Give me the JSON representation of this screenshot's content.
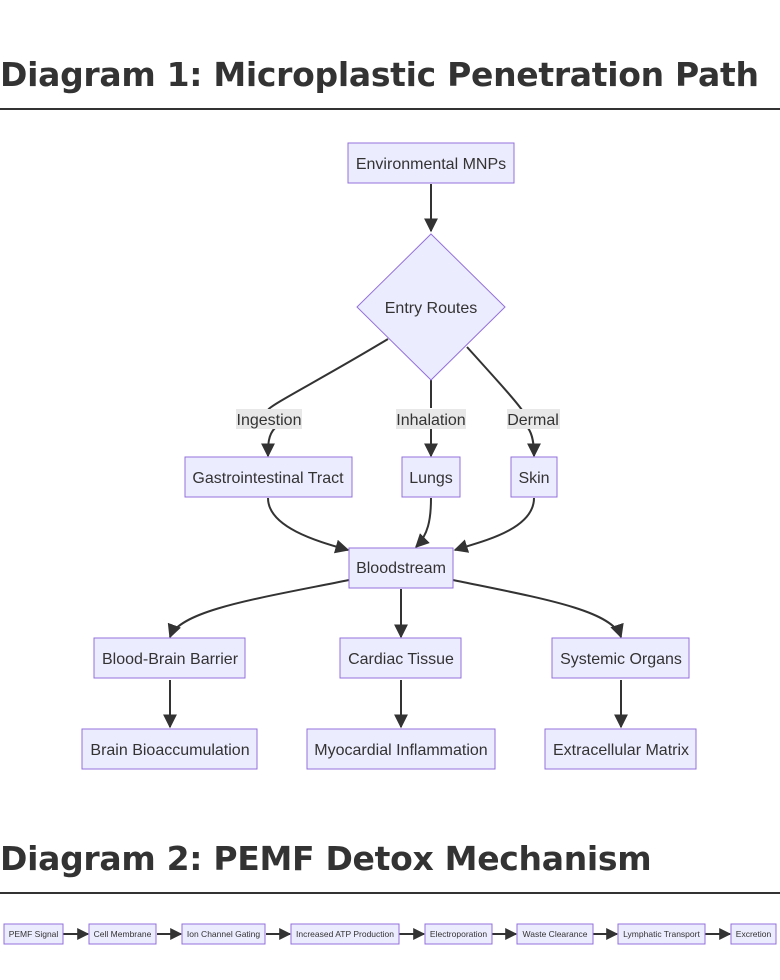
{
  "diagram1": {
    "title": "Diagram 1: Microplastic Penetration Path",
    "nodes": {
      "env": "Environmental MNPs",
      "entry": "Entry Routes",
      "gi": "Gastrointestinal Tract",
      "lungs": "Lungs",
      "skin": "Skin",
      "blood": "Bloodstream",
      "bbb": "Blood-Brain Barrier",
      "cardiac": "Cardiac Tissue",
      "organs": "Systemic Organs",
      "brain": "Brain Bioaccumulation",
      "myo": "Myocardial Inflammation",
      "ecm": "Extracellular Matrix"
    },
    "edges": {
      "ingestion": "Ingestion",
      "inhalation": "Inhalation",
      "dermal": "Dermal"
    }
  },
  "diagram2": {
    "title": "Diagram 2: PEMF Detox Mechanism",
    "steps": [
      "PEMF Signal",
      "Cell Membrane",
      "Ion Channel Gating",
      "Increased ATP Production",
      "Electroporation",
      "Waste Clearance",
      "Lymphatic Transport",
      "Excretion"
    ]
  },
  "colors": {
    "node_fill": "#ECECFF",
    "node_stroke": "#9370DB",
    "edge": "#333333",
    "edge_label_bg": "#e8e8e8"
  }
}
